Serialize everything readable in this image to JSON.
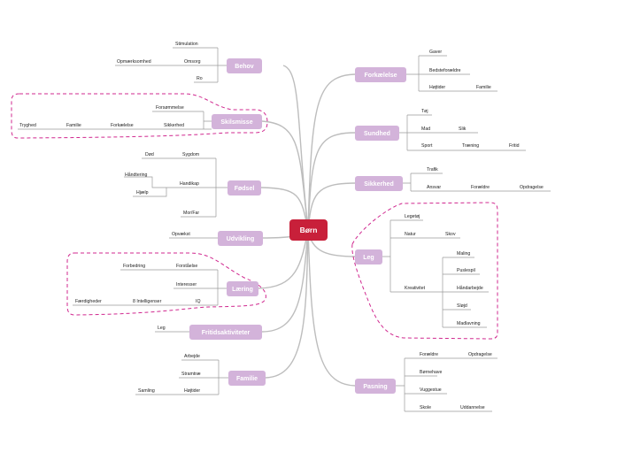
{
  "root": {
    "label": "Børn"
  },
  "branches": {
    "behov": {
      "label": "Behov",
      "children": [
        "Stimulation",
        "Opmærksomhed",
        "Omsorg",
        "Ro"
      ]
    },
    "skilsmisse": {
      "label": "Skilsmisse",
      "children": [
        "Forsømmelse",
        "Tryghed",
        "Familie",
        "Forkælelse",
        "Sikkerhed"
      ]
    },
    "foedsel": {
      "label": "Fødsel",
      "children": [
        "Død",
        "Sygdom",
        "Håndtering",
        "Handikap",
        "Hjælp",
        "Mor/Far"
      ]
    },
    "udvikling": {
      "label": "Udvikling",
      "children": [
        "Opvækst"
      ]
    },
    "laering": {
      "label": "Læring",
      "children": [
        "Forbedring",
        "Forståelse",
        "Interesser",
        "Færdigheder",
        "8 Intelligenser",
        "IQ"
      ]
    },
    "fritid": {
      "label": "Fritidsaktiviteter",
      "children": [
        "Leg"
      ]
    },
    "familie": {
      "label": "Familie",
      "children": [
        "Arbejde",
        "Stramtræ",
        "Samling",
        "Højtider"
      ]
    },
    "forkaelelse": {
      "label": "Forkælelse",
      "children": [
        "Gaver",
        "Bedsteforældre",
        "Højtider",
        "Familie"
      ]
    },
    "sundhed": {
      "label": "Sundhed",
      "children": [
        "Tøj",
        "Mad",
        "Slik",
        "Sport",
        "Træning",
        "Fritid"
      ]
    },
    "sikkerhed": {
      "label": "Sikkerhed",
      "children": [
        "Trafik",
        "Ansvar",
        "Forældre",
        "Opdragelse"
      ]
    },
    "leg": {
      "label": "Leg",
      "children": [
        "Legetøj",
        "Natur",
        "Skov",
        "Kreativitet",
        "Maling",
        "Puslespil",
        "Håndarbejde",
        "Sløjd",
        "Madlavning"
      ]
    },
    "pasning": {
      "label": "Pasning",
      "children": [
        "Forældre",
        "Opdragelse",
        "Børnehave",
        "Vuggestue",
        "Skole",
        "Uddannelse"
      ]
    }
  },
  "colors": {
    "root": "#c8203a",
    "topic": "#d3b3da",
    "highlight": "#d0288f",
    "line": "#9a9a9a"
  }
}
